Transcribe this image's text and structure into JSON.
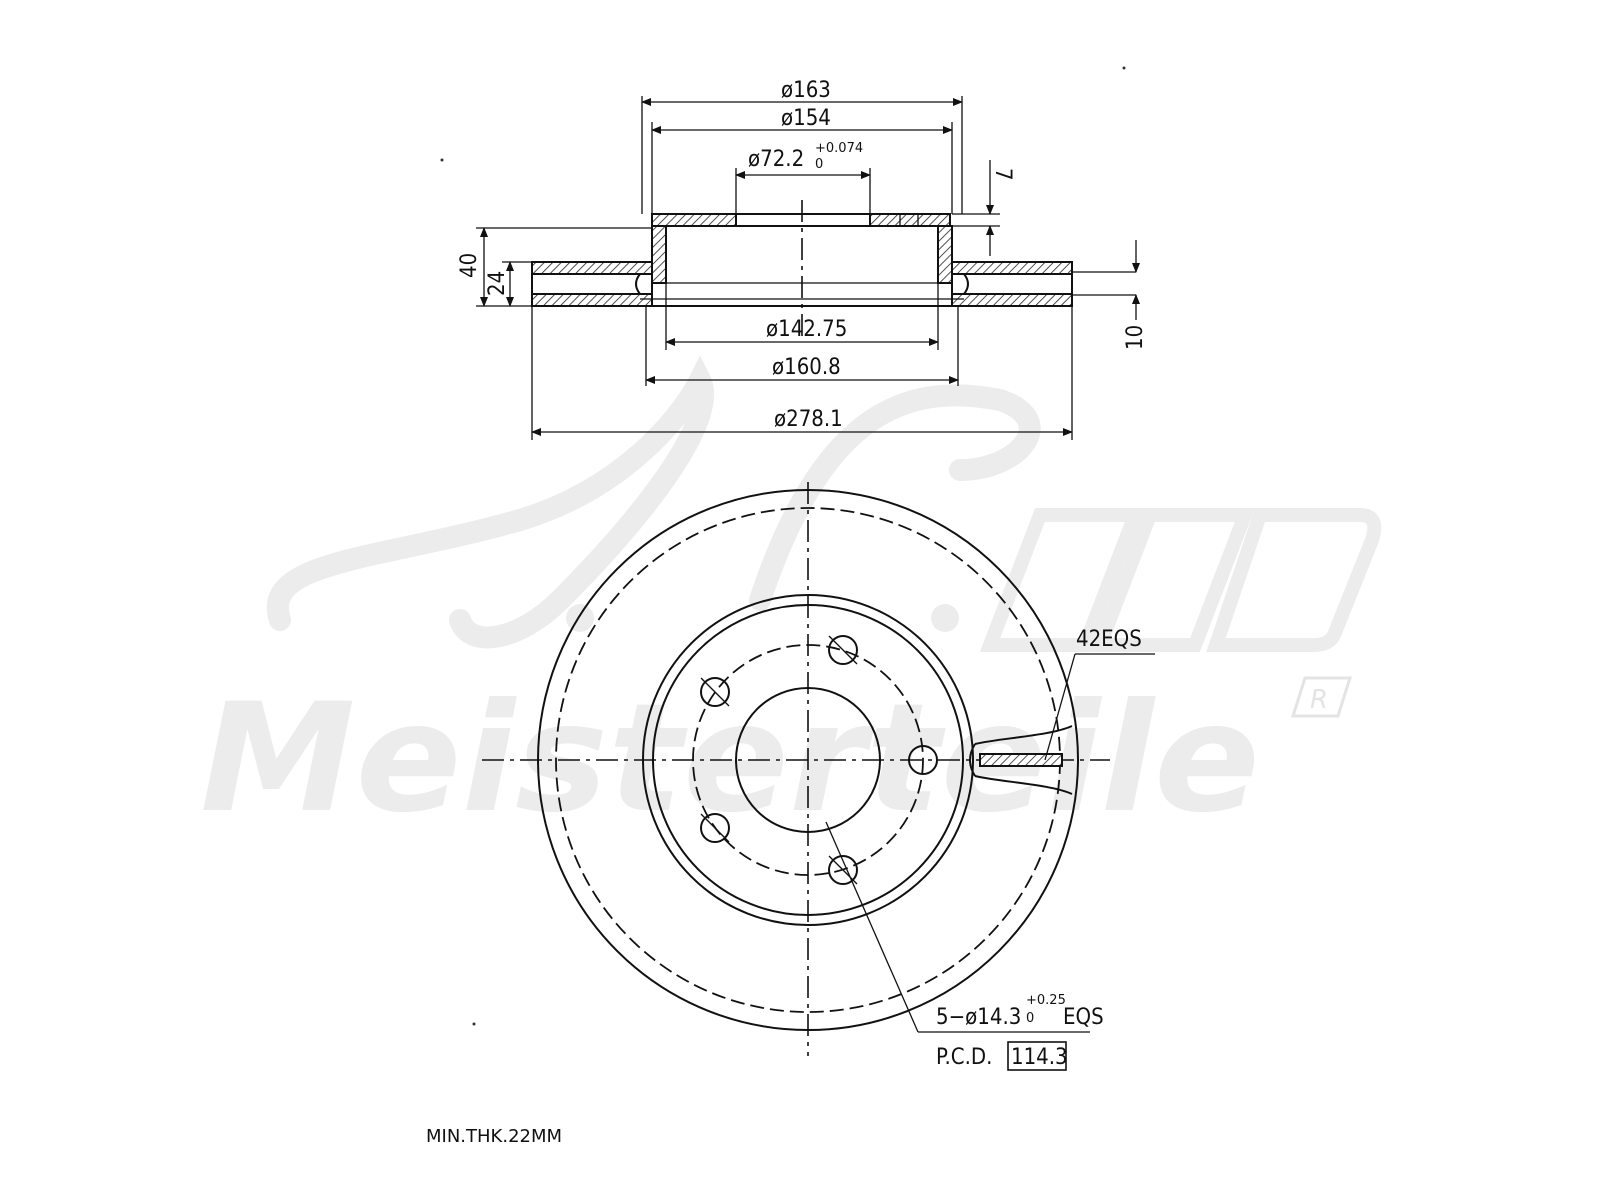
{
  "drawing": {
    "section_view": {
      "dimensions": {
        "d163": "ø163",
        "d154": "ø154",
        "d72": "ø72.2",
        "d72_tol_upper": "+0.074",
        "d72_tol_lower": "0",
        "d142": "ø142.75",
        "d160": "ø160.8",
        "d278": "ø278.1",
        "h40": "40",
        "h24": "24",
        "h7": "7",
        "h10": "10"
      }
    },
    "front_view": {
      "slots_label": "42EQS",
      "holes_prefix": "5−ø14.3",
      "holes_tol_upper": "+0.25",
      "holes_tol_lower": "0",
      "holes_suffix": "EQS",
      "pcd_label": "P.C.D.",
      "pcd_value": "114.3"
    },
    "note": "MIN.THK.22MM",
    "watermark": {
      "line1": "A.T.",
      "line2": "Meisterteile",
      "registered": "R"
    }
  }
}
